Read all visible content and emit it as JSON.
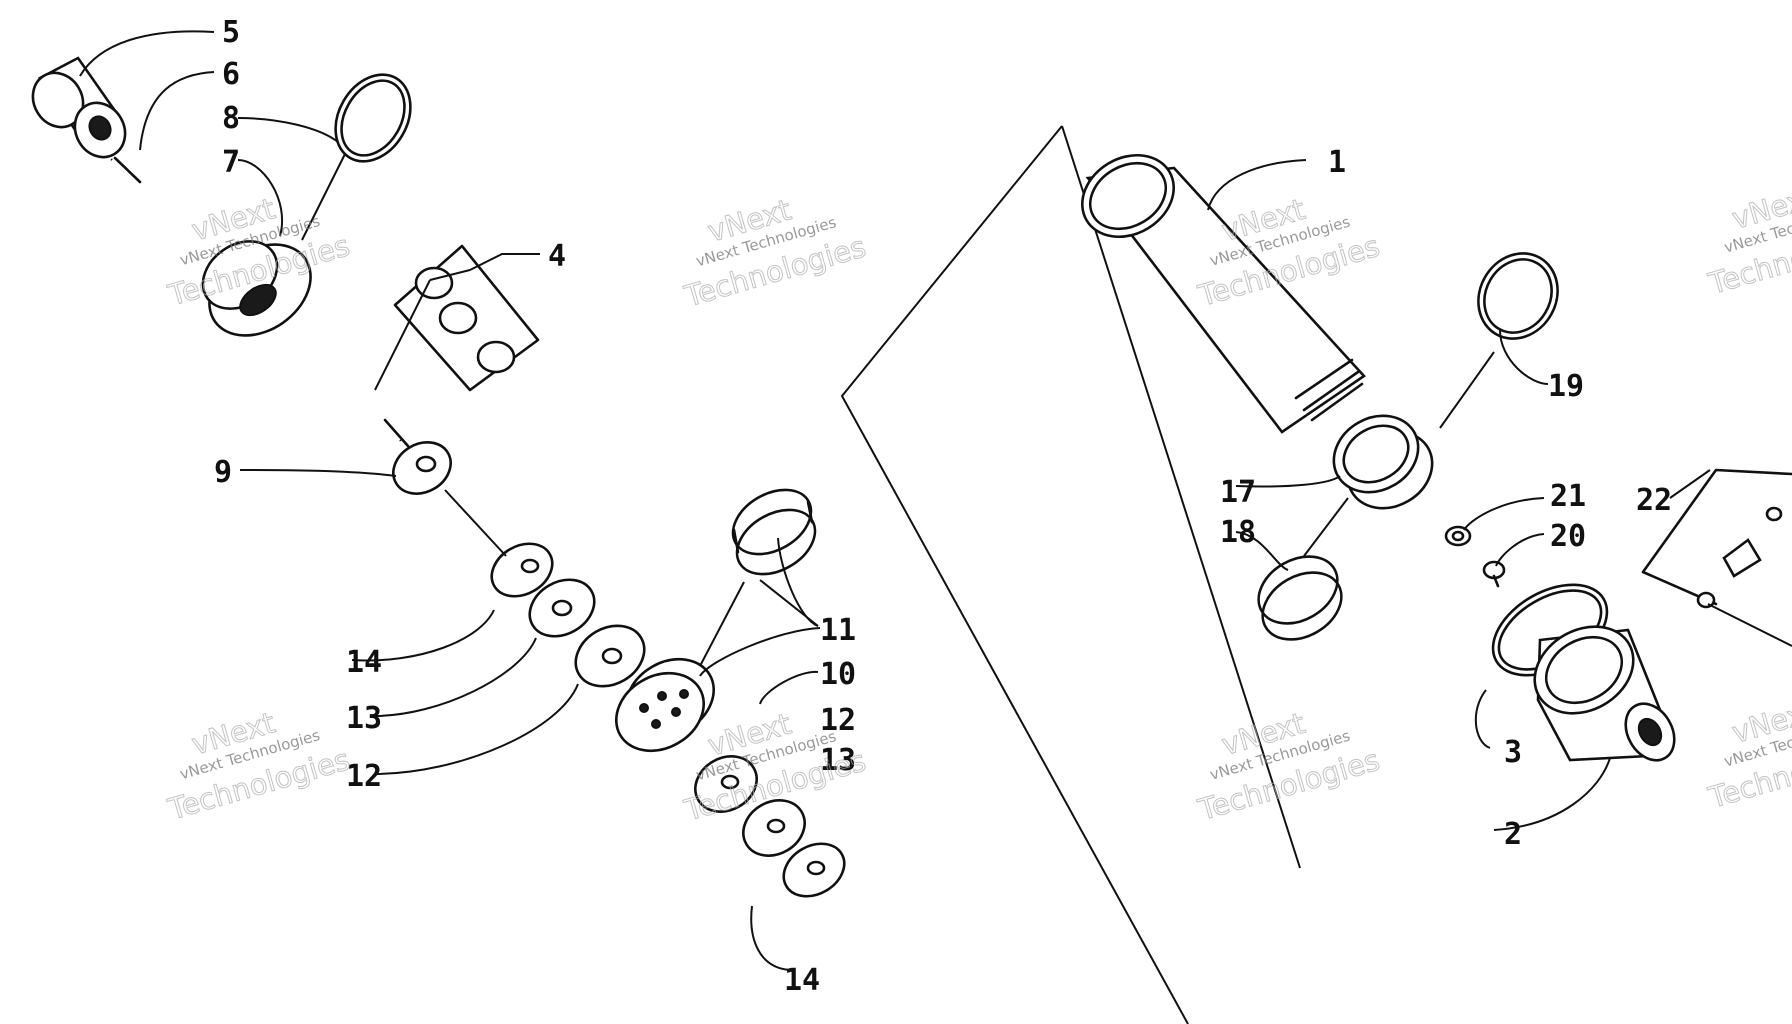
{
  "callouts": {
    "c1": "1",
    "c2": "2",
    "c3": "3",
    "c4": "4",
    "c5": "5",
    "c6": "6",
    "c7": "7",
    "c8": "8",
    "c9": "9",
    "c10": "10",
    "c11": "11",
    "c12a": "12",
    "c12b": "12",
    "c13a": "13",
    "c13b": "13",
    "c14a": "14",
    "c14b": "14",
    "c17": "17",
    "c18": "18",
    "c19": "19",
    "c20": "20",
    "c21": "21",
    "c22": "22"
  },
  "watermark": {
    "brand": "vNext",
    "company": "vNext Technologies",
    "tech": "Technologies"
  }
}
